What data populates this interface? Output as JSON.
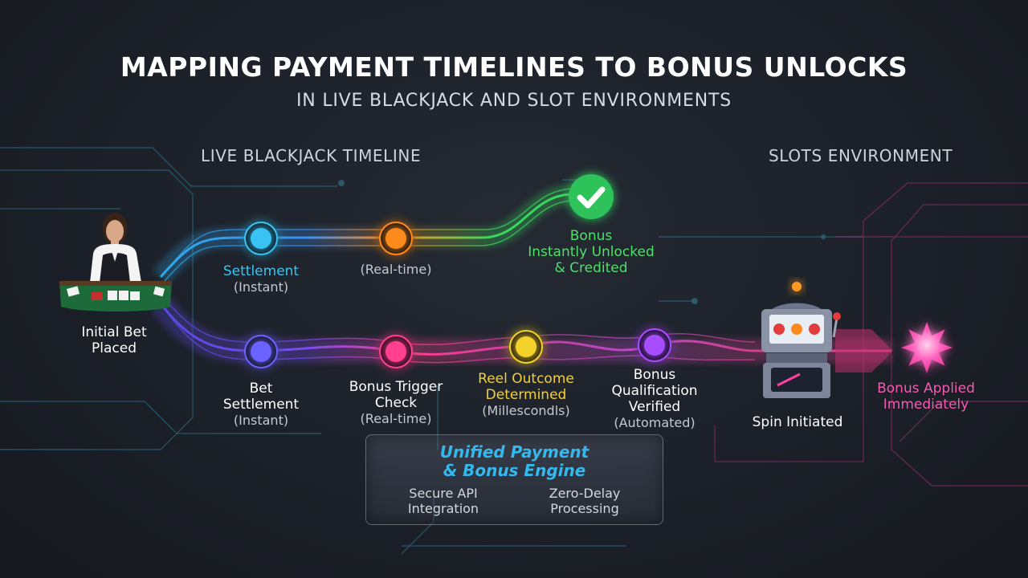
{
  "title": "MAPPING PAYMENT TIMELINES TO BONUS UNLOCKS",
  "subtitle": "IN LIVE BLACKJACK AND SLOT ENVIRONMENTS",
  "sections": {
    "blackjack": "LIVE BLACKJACK TIMELINE",
    "slots": "SLOTS ENVIRONMENT"
  },
  "start": {
    "line1": "Initial Bet",
    "line2": "Placed"
  },
  "top_track": [
    {
      "line1": "Settlement",
      "line2": "(Instant)",
      "color": "#39c3f2"
    },
    {
      "line1": "",
      "line2": "(Real-time)",
      "color": "#ff8a1c"
    }
  ],
  "unlock": {
    "line1": "Bonus",
    "line2": "Instantly Unlocked",
    "line3": "& Credited",
    "color": "#35d25a"
  },
  "bottom_track": [
    {
      "line1": "Bet",
      "line2": "Settlement",
      "line3": "(Instant)",
      "color": "#6b63ff"
    },
    {
      "line1": "Bonus Trigger",
      "line2": "Check",
      "line3": "(Real-time)",
      "color": "#ff3f8e"
    },
    {
      "line1": "Reel Outcome",
      "line2": "Determined",
      "line3": "(Millescondls)",
      "color": "#f3d22c"
    },
    {
      "line1": "Bonus",
      "line2": "Qualification",
      "line3": "Verified",
      "line4": "(Automated)",
      "color": "#a74dff"
    }
  ],
  "spin": {
    "label": "Spin Initiated"
  },
  "result": {
    "line1": "Bonus Applied",
    "line2": "Immediately",
    "color": "#f45ab0"
  },
  "engine": {
    "title_line1": "Unified Payment",
    "title_line2": "& Bonus Engine",
    "features": [
      {
        "line1": "Secure API",
        "line2": "Integration"
      },
      {
        "line1": "Zero-Delay",
        "line2": "Processing"
      }
    ]
  }
}
